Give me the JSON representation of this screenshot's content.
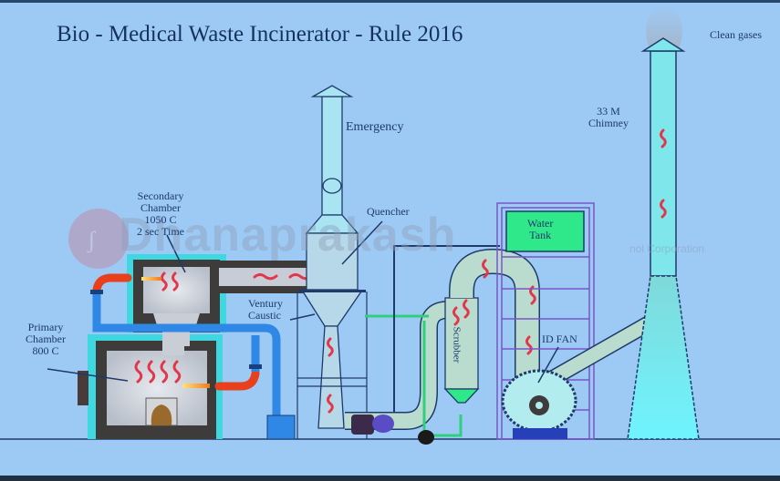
{
  "diagram": {
    "title": "Bio - Medical Waste Incinerator - Rule 2016",
    "watermark": {
      "text": "Dhanaprakash",
      "subtext": "nol Corporation"
    },
    "labels": {
      "clean_gases": "Clean gases",
      "chimney": "33 M\nChimney",
      "emergency": "Emergency",
      "quencher": "Quencher",
      "secondary_chamber": "Secondary\nChamber\n1050 C\n2 sec Time",
      "venturi_caustic": "Ventury\nCaustic",
      "primary_chamber": "Primary\nChamber\n800 C",
      "water_tank": "Water\nTank",
      "scrubber": "Scrubber",
      "id_fan": "ID FAN"
    },
    "colors": {
      "background": "#9dcaf5",
      "chamber_wall": "#3d3c3a",
      "chamber_frame": "#3fd7e0",
      "burner_pipe": "#e8401c",
      "water_pipe": "#2f87e6",
      "water_tank": "#2ee88a",
      "tank_frame": "#b06fd8",
      "duct": "#b9dccf",
      "chimney": "#7fe6ec",
      "flame": "#e2374a"
    }
  }
}
